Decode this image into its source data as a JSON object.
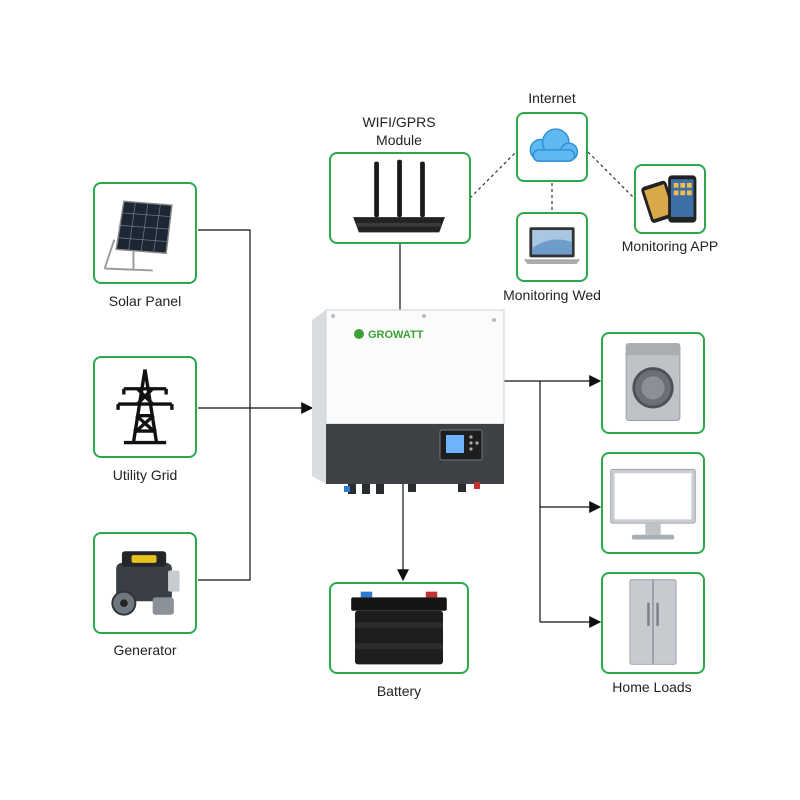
{
  "labels": {
    "internet": "Internet",
    "wifi_line1": "WIFI/GPRS",
    "wifi_line2": "Module",
    "monitoring_app": "Monitoring APP",
    "monitoring_web": "Monitoring Wed",
    "solar_panel": "Solar Panel",
    "utility_grid": "Utility Grid",
    "generator": "Generator",
    "battery": "Battery",
    "home_loads": "Home Loads"
  },
  "inverter": {
    "brand": "GROWATT"
  },
  "colors": {
    "box_border": "#2aa84a",
    "wire": "#111111",
    "brand_green": "#3aa335"
  }
}
